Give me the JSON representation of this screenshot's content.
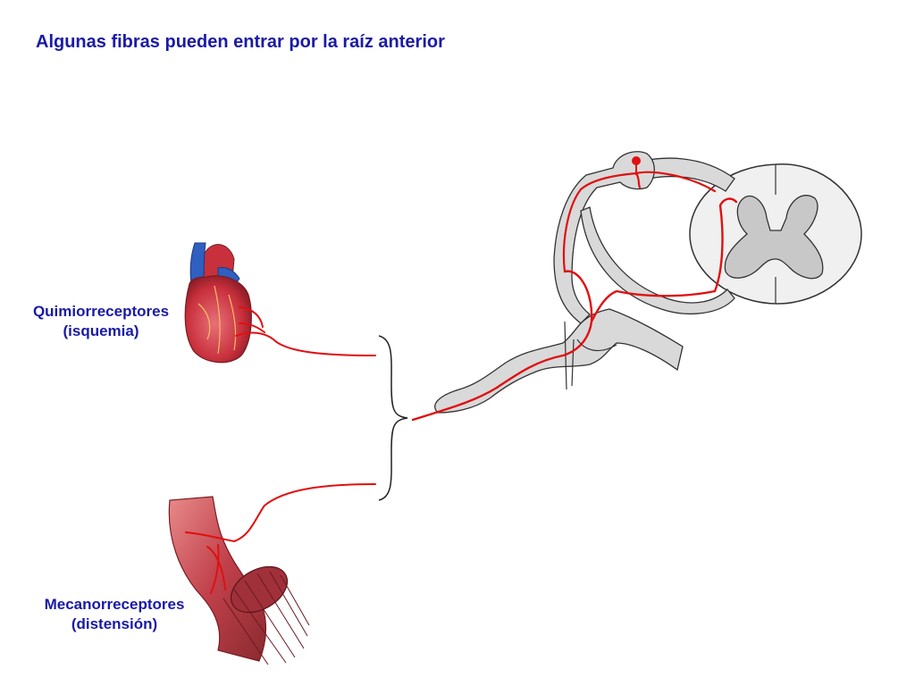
{
  "slide": {
    "title": "Algunas fibras pueden entrar por la raíz anterior"
  },
  "labels": {
    "chemoreceptors": {
      "line1": "Quimiorreceptores",
      "line2": "(isquemia)"
    },
    "mechanoreceptors": {
      "line1": "Mecanorreceptores",
      "line2": "(distensión)"
    }
  },
  "colors": {
    "title_text": "#1a1aa6",
    "nerve_fiber": "#e01010",
    "nerve_outline": "#333333",
    "nerve_fill": "#d9d9d9",
    "white_matter": "#f0f0f0",
    "gray_matter": "#c8c8c8",
    "heart": "#c8303c",
    "intestine": "#c0404a"
  },
  "icons": [
    "heart-illustration",
    "intestine-illustration",
    "spinal-cord-cross-section",
    "dorsal-root-ganglion"
  ]
}
